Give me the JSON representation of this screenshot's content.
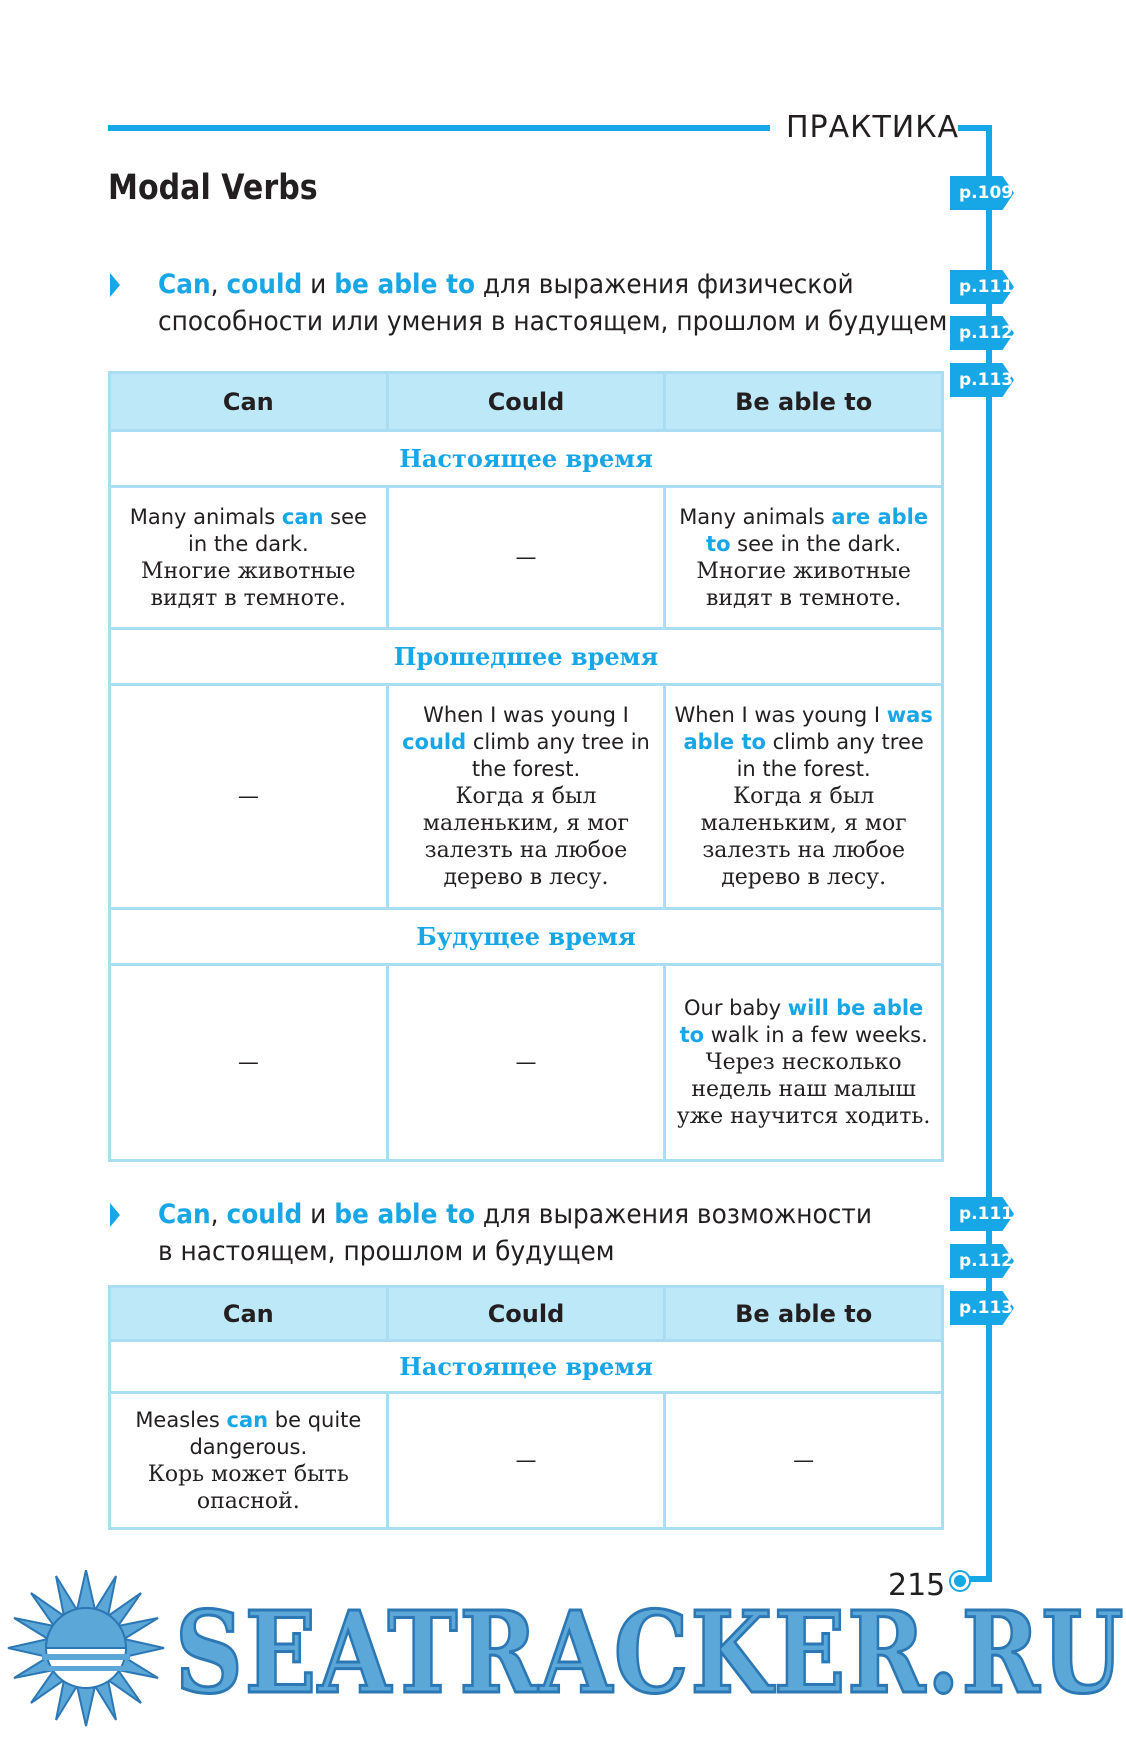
{
  "header": {
    "section_label": "ПРАКТИКА",
    "title": "Modal Verbs"
  },
  "ref_tabs": [
    "p.109",
    "p.111",
    "p.112",
    "p.113",
    "p.111",
    "p.112",
    "p.113"
  ],
  "block1": {
    "intro": {
      "can": "Can",
      "comma": ",",
      "could": "could",
      "and": "и",
      "be_able_to": "be able to",
      "line1_rest": "для выражения физической",
      "line2": "способности или умения в настоящем, прошлом и будущем"
    },
    "columns": [
      "Can",
      "Could",
      "Be able to"
    ],
    "present": {
      "label": "Настоящее время",
      "can": {
        "en_a": "Many animals ",
        "en_kw": "can",
        "en_b": " see in the dark.",
        "ru": "Многие животные видят в темноте."
      },
      "could": "—",
      "be_able_to": {
        "en_a": "Many animals ",
        "en_kw": "are able to",
        "en_b": " see in the dark.",
        "ru": "Многие животные видят в темноте."
      }
    },
    "past": {
      "label": "Прошедшее время",
      "can": "—",
      "could": {
        "en_a": "When I was young I ",
        "en_kw": "could",
        "en_b": " climb any tree in the forest.",
        "ru": "Когда я был маленьким, я мог залезть на любое дерево в лесу."
      },
      "be_able_to": {
        "en_a": "When I was young I ",
        "en_kw": "was able to",
        "en_b": " climb any tree in the forest.",
        "ru": "Когда я был маленьким, я мог залезть на любое дерево в лесу."
      }
    },
    "future": {
      "label": "Будущее время",
      "can": "—",
      "could": "—",
      "be_able_to": {
        "en_a": "Our baby ",
        "en_kw": "will be able to",
        "en_b": " walk in a few weeks.",
        "ru": "Через несколько недель наш малыш уже научится ходить."
      }
    }
  },
  "block2": {
    "intro": {
      "can": "Can",
      "comma": ",",
      "could": "could",
      "and": "и",
      "be_able_to": "be able to",
      "line1_rest": "для выражения возможности",
      "line2": "в настоящем, прошлом и будущем"
    },
    "columns": [
      "Can",
      "Could",
      "Be able to"
    ],
    "present": {
      "label": "Настоящее время",
      "can": {
        "en_a": "Measles ",
        "en_kw": "can",
        "en_b": " be quite dangerous.",
        "ru": "Корь может быть опасной."
      },
      "could": "—",
      "be_able_to": "—"
    }
  },
  "footer": {
    "page_number": "215",
    "watermark": "SEATRACKER.RU"
  },
  "colors": {
    "accent": "#17a6e6",
    "header_fill": "#bde8f8",
    "table_border": "#aadcf2",
    "watermark": "#5aa7d8"
  }
}
